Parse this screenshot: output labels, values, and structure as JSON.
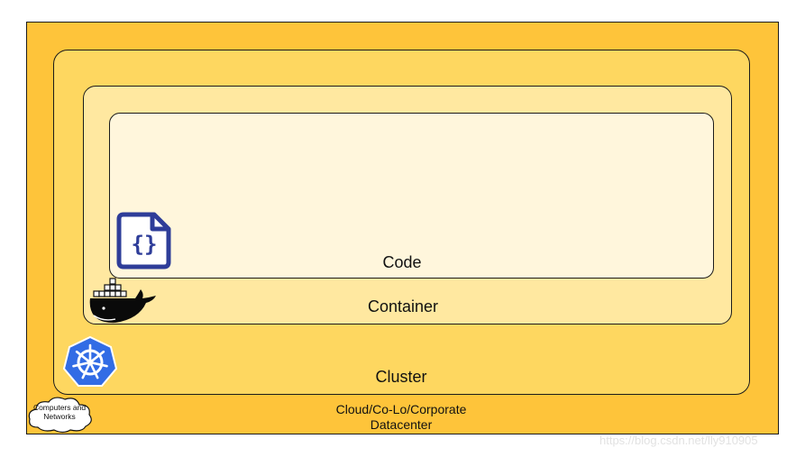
{
  "layers": {
    "code": "Code",
    "container": "Container",
    "cluster": "Cluster",
    "datacenter": [
      "Cloud/Co-Lo/Corporate",
      "Datacenter"
    ]
  },
  "infrastructure": [
    "Computers and",
    "Networks"
  ],
  "icons": {
    "code": "code-file-icon",
    "container": "docker-whale-icon",
    "cluster": "kubernetes-helm-icon",
    "infrastructure": "cloud-icon"
  },
  "colors": {
    "datacenter": "#fec43a",
    "cluster": "#fed760",
    "container": "#ffe8a0",
    "code": "#fff6dc",
    "code_icon": "#2e3d99",
    "docker_body": "#0a0a0a",
    "kubernetes": "#326ce5"
  },
  "watermark": "https://blog.csdn.net/lly910905"
}
